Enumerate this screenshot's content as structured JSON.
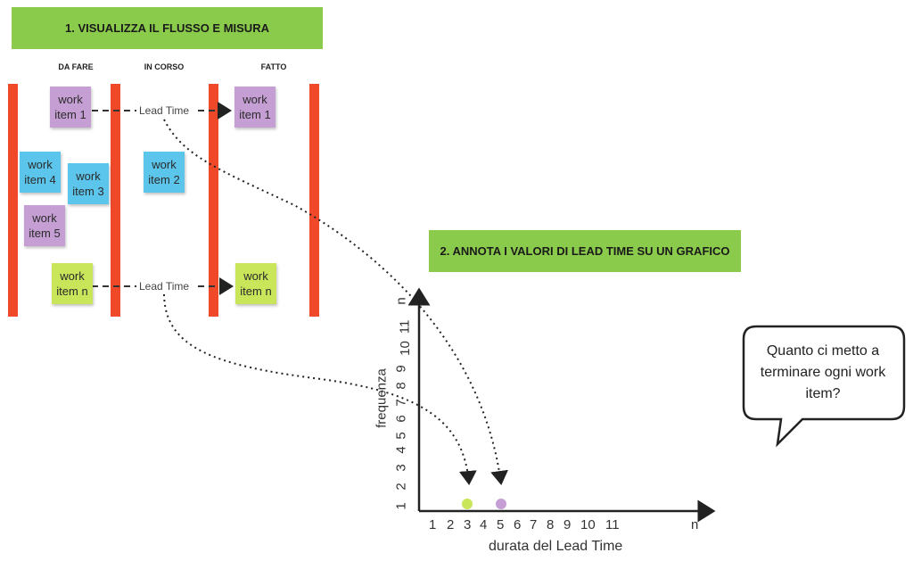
{
  "banners": {
    "step1": "1. VISUALIZZA IL FLUSSO E MISURA",
    "step2": "2. ANNOTA I VALORI DI LEAD TIME SU UN GRAFICO"
  },
  "columns": [
    "DA FARE",
    "IN CORSO",
    "FATTO"
  ],
  "work_items": {
    "item1_todo": "work item 1",
    "item4": "work item 4",
    "item3": "work item 3",
    "item5": "work item 5",
    "itemn_todo": "work item n",
    "item2": "work item 2",
    "item1_done": "work item 1",
    "itemn_done": "work item n"
  },
  "lead_time_label": "Lead Time",
  "bubble_text": "Quanto ci metto a terminare ogni work item?",
  "colors": {
    "bar": "#f0492a",
    "banner": "#8bcb4c",
    "purple": "#c59ed4",
    "blue": "#5cc5ec",
    "green": "#c9e55a"
  },
  "chart_data": {
    "type": "scatter",
    "xlabel": "durata del Lead Time",
    "ylabel": "frequenza",
    "x_ticks": [
      "1",
      "2",
      "3",
      "4",
      "5",
      "6",
      "7",
      "8",
      "9",
      "10",
      "11",
      "n"
    ],
    "y_ticks": [
      "1",
      "2",
      "3",
      "4",
      "5",
      "6",
      "7",
      "8",
      "9",
      "10",
      "11",
      "n"
    ],
    "points": [
      {
        "x": 3,
        "y": 1,
        "color": "#c9e55a"
      },
      {
        "x": 5,
        "y": 1,
        "color": "#c59ed4"
      }
    ]
  }
}
